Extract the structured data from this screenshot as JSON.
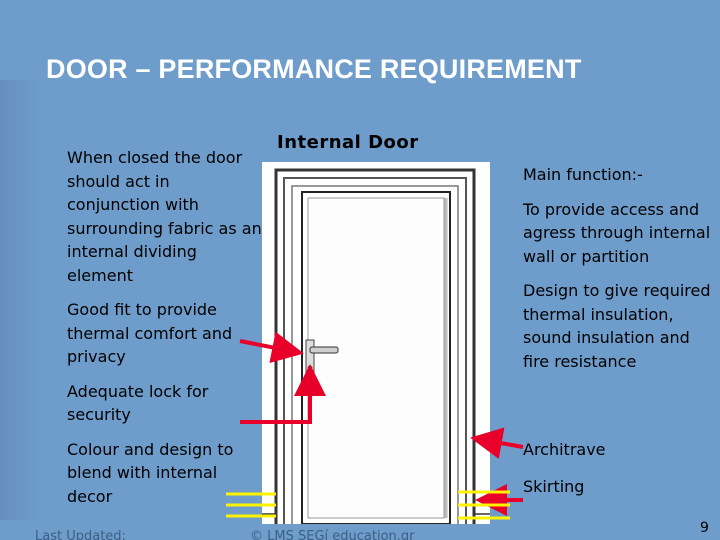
{
  "slide": {
    "title": "DOOR – PERFORMANCE REQUIREMENT",
    "door_heading": "Internal Door",
    "left_points": [
      "When closed the door should act in conjunction with surrounding fabric as an internal dividing element",
      "Good fit to provide thermal comfort and privacy",
      "Adequate lock for security",
      "Colour and design to blend with internal decor"
    ],
    "right_points": [
      "Main function:-",
      "To provide access and agress through internal wall or partition",
      "Design to give required thermal insulation, sound insulation and fire resistance"
    ],
    "labels": {
      "architrave": "Architrave",
      "skirting": "Skirting"
    },
    "footer": {
      "left": "Last Updated:",
      "center": "© LMS SEGí education.gr",
      "page_number": "9"
    },
    "colors": {
      "background": "#6e9ccb",
      "arrow": "#e8002a",
      "skirting_lines": "#fff200",
      "title": "#ffffff"
    },
    "icons": [
      "door-illustration",
      "arrow-icon"
    ]
  }
}
